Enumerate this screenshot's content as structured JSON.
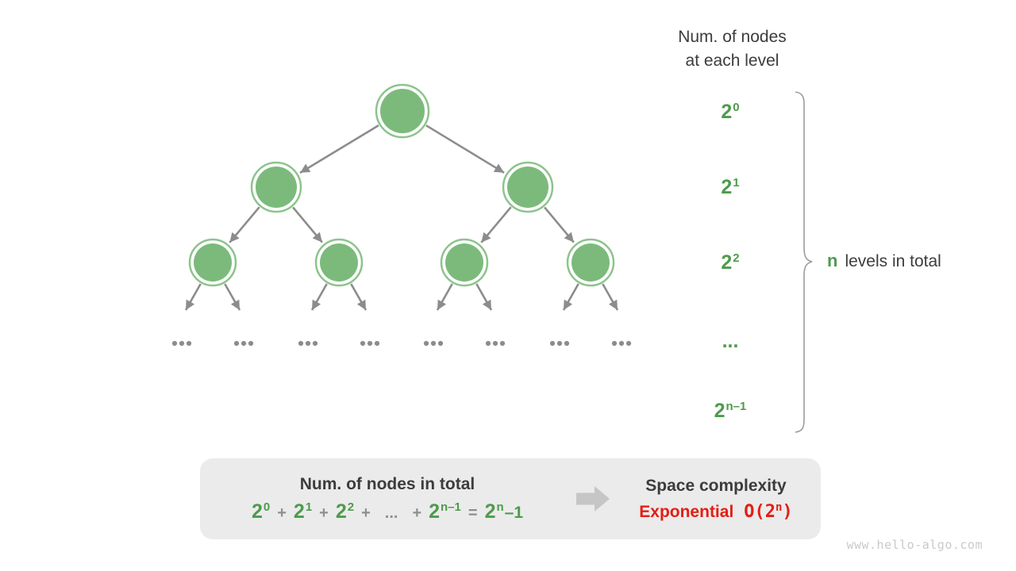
{
  "palette": {
    "node_fill": "#7cba7c",
    "node_ring": "#8cc48c",
    "edge_gray": "#8c8c8c",
    "green_text": "#4d9b4d",
    "dark_text": "#3c3c3c",
    "red_text": "#e31e14",
    "box_bg": "#ebebeb",
    "block_arrow_gray": "#c6c6c6",
    "watermark_gray": "#c9c9c9",
    "brace_gray": "#9c9c9c"
  },
  "header": {
    "line1": "Num. of nodes",
    "line2": "at each level"
  },
  "levels": [
    {
      "base": "2",
      "sup": "0"
    },
    {
      "base": "2",
      "sup": "1"
    },
    {
      "base": "2",
      "sup": "2"
    },
    {
      "base": "...",
      "sup": ""
    },
    {
      "base": "2",
      "sup": "n-1"
    }
  ],
  "brace_note": {
    "n": "n",
    "rest": "levels in total"
  },
  "tree": {
    "nodes_per_level": [
      1,
      2,
      4
    ],
    "ellipsis_groups": 8
  },
  "summary_box": {
    "left_title": "Num. of nodes in total",
    "formula": [
      {
        "text": "2",
        "sup": "0",
        "color": "green"
      },
      {
        "text": "+",
        "color": "gray"
      },
      {
        "text": "2",
        "sup": "1",
        "color": "green"
      },
      {
        "text": "+",
        "color": "gray"
      },
      {
        "text": "2",
        "sup": "2",
        "color": "green"
      },
      {
        "text": "+",
        "color": "gray"
      },
      {
        "text": "...",
        "color": "gray"
      },
      {
        "text": "+",
        "color": "gray"
      },
      {
        "text": "2",
        "sup": "n-1",
        "color": "green"
      },
      {
        "text": "=",
        "color": "gray"
      },
      {
        "text": "2",
        "sup": "n",
        "tail": "-1",
        "color": "green"
      }
    ],
    "right_title": "Space complexity",
    "right_value_word": "Exponential",
    "right_value_big_o": {
      "prefix": "O(2",
      "sup": "n",
      "suffix": ")"
    }
  },
  "watermark": "www.hello-algo.com"
}
